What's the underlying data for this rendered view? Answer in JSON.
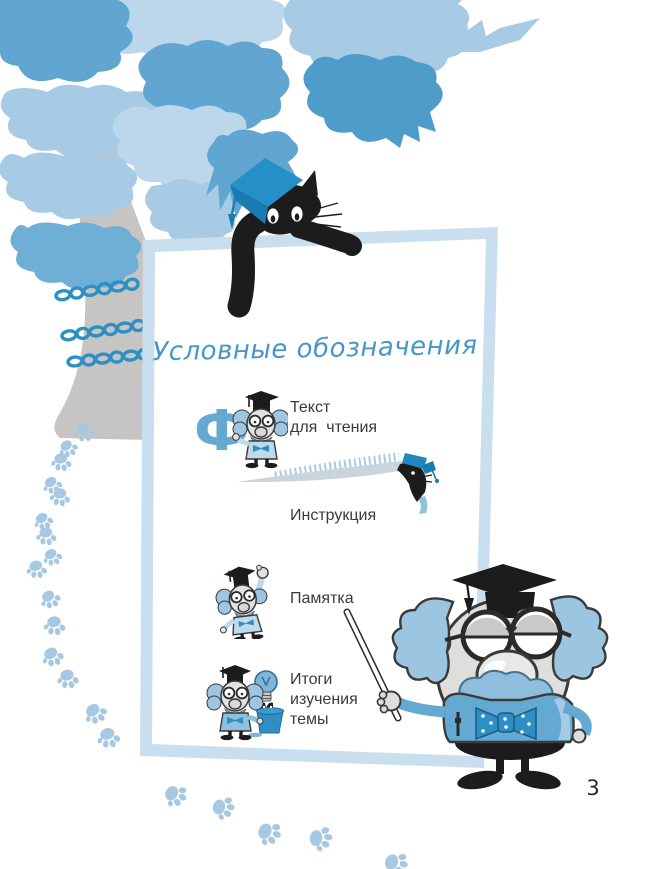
{
  "page": {
    "title": "Условные обозначения",
    "number": "3"
  },
  "legend": {
    "items": [
      {
        "icon": "professor-letter-f-icon",
        "label": "Текст\nдля  чтения"
      },
      {
        "icon": "sliding-cat-icon",
        "label": "Инструкция"
      },
      {
        "icon": "professor-memo-icon",
        "label": "Памятка"
      },
      {
        "icon": "professor-results-icon",
        "label": "Итоги\nизучения\nтемы"
      }
    ]
  },
  "colors": {
    "accent_blue": "#2E8FC5",
    "title_blue": "#4796C8",
    "cap_blue": "#2187C0",
    "foliage_medium": "#60A6D1",
    "foliage_light": "#A8CBE5",
    "foliage_pale": "#BCD7EB",
    "foliage_dark": "#4E9CC9",
    "trunk_gray": "#C7C5C3",
    "frame_border": "#C9DFEF",
    "paw_blue": "#A6C8E2",
    "text_dark": "#3A3A3C"
  }
}
